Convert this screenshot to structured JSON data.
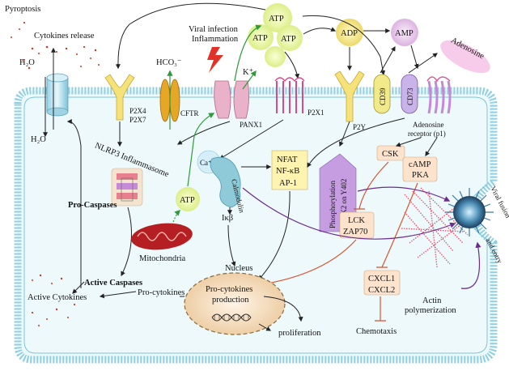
{
  "labels": {
    "pyroptosis": "Pyroptosis",
    "cytokines_release": "Cytokines release",
    "h2o_out": "H₂O",
    "h2o_in": "H₂O",
    "viral_infection": "Viral infection",
    "inflammation": "Inflammation",
    "atp": "ATP",
    "adp": "ADP",
    "amp": "AMP",
    "adenosine": "Adenosine",
    "hco3": "HCO₃⁻",
    "k_plus": "K⁺",
    "p2x4": "P2X4",
    "p2x7": "P2X7",
    "cftr": "CFTR",
    "panx1": "PANX1",
    "p2x1": "P2X1",
    "p2y": "P2Y",
    "cd39": "CD39",
    "cd73": "CD73",
    "adenosine_receptor_1": "Adenosine",
    "adenosine_receptor_2": "receptor (p1)",
    "nlrp3": "NLRP3 Inflammasome",
    "pro_caspases": "Pro-Caspases",
    "active_caspases": "Active Caspases",
    "active_cytokines": "Active Cytokines",
    "ca": "Ca⁺⁺",
    "calmodulin": "Calmodulin",
    "nfat": "NFAT",
    "nfkb": "NF-κB",
    "ap1": "AP-1",
    "atp_mito": "ATP",
    "mitochondria": "Mitochondria",
    "ikb": "Iκβ",
    "nucleus": "Nucleus",
    "pro_cytokines": "Pro-cytokines",
    "pro_cytokines_production_1": "Pro-cytokines",
    "pro_cytokines_production_2": "production",
    "proliferation": "proliferation",
    "pyk2_1": "Phosphorylation",
    "pyk2_2": "of PYK2 on Y402",
    "csk": "CSK",
    "camp": "cAMP",
    "pka": "PKA",
    "lck": "LCK",
    "zap70": "ZAP70",
    "cxcl1": "CXCL1",
    "cxcl2": "CXCL2",
    "chemotaxis": "Chemotaxis",
    "actin_1": "Actin",
    "actin_2": "polymerization",
    "viral_fusion_1": "Viral fusion",
    "viral_fusion_2": "and entry"
  },
  "colors": {
    "membrane": "#8ecfe3",
    "cell_fill": "#eef9fc",
    "atp_fill": "#eaf6a8",
    "adp_fill": "#f3eb8a",
    "amp_fill": "#eaccec",
    "adenosine_fill": "#f2b9e3",
    "nucleus_fill": "#f5e0c5",
    "arrow_green": "#2e9a3a",
    "arrow_red": "#d9532b",
    "arrow_purple": "#6a2c91",
    "pink_text": "#d61a8c",
    "green_text": "#17a021",
    "box_orange": "#fde3cc",
    "box_yellow": "#fff3b0",
    "box_pink": "#f5d3ea",
    "box_purple": "#c59de0"
  }
}
